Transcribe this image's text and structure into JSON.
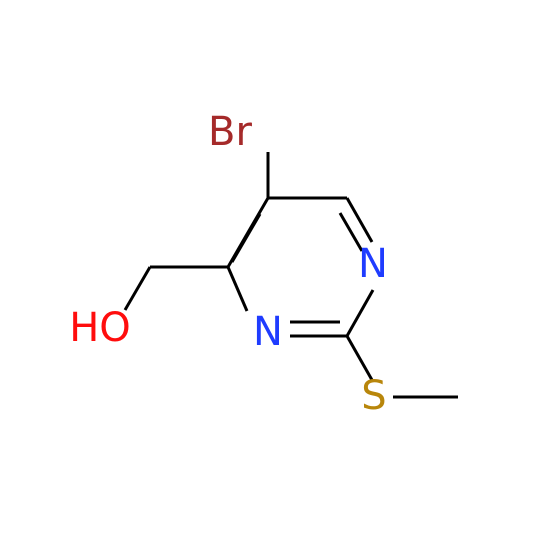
{
  "molecule": {
    "atoms": {
      "br": {
        "label": "Br",
        "color": "#a52a2a"
      },
      "n_top": {
        "label": "N",
        "color": "#1f3cff"
      },
      "n_bottom": {
        "label": "N",
        "color": "#1f3cff"
      },
      "s": {
        "label": "S",
        "color": "#b8860b"
      },
      "oh": {
        "label": "HO",
        "color": "#ff0d0d"
      }
    }
  }
}
